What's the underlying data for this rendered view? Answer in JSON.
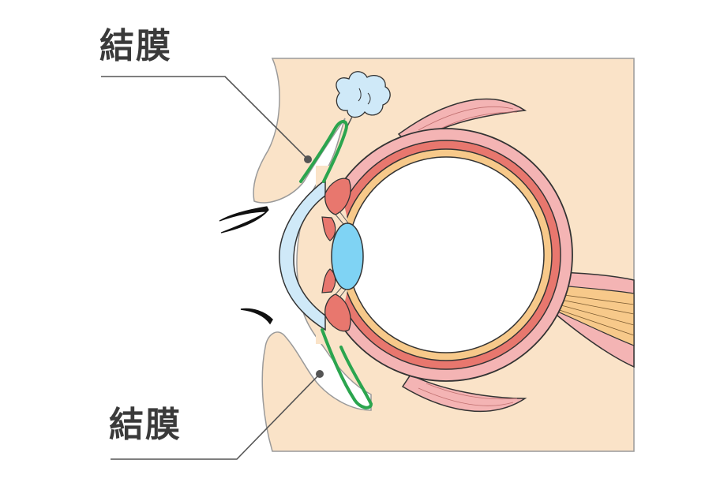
{
  "labels": {
    "conjunctiva_upper": "結膜",
    "conjunctiva_lower": "結膜"
  },
  "colors": {
    "skin": "#fae3c8",
    "sclera": "#f4b4b4",
    "choroid": "#e8776e",
    "retina": "#f7c98a",
    "cornea": "#cfe9f8",
    "lens": "#7fd3f4",
    "conjunctiva": "#2ba54e",
    "leader_line": "#555555"
  },
  "icons": {
    "tear_gland": "cloud-shape",
    "eyelash": "curved-stroke"
  }
}
